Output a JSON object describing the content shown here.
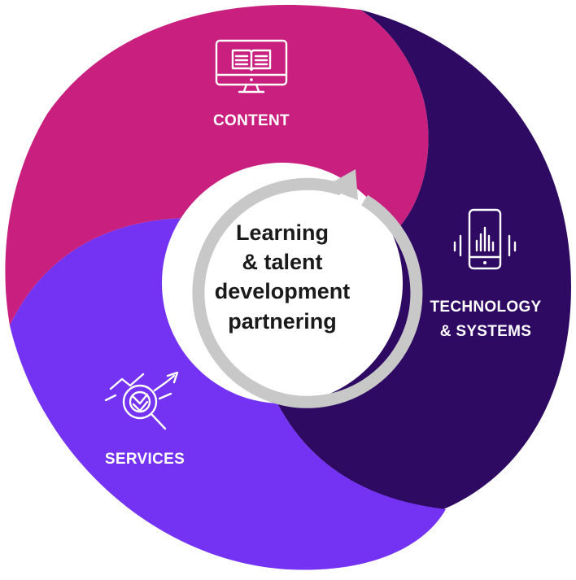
{
  "diagram": {
    "center": {
      "lines": [
        "Learning",
        "& talent",
        "development",
        "partnering"
      ]
    },
    "segments": {
      "content": {
        "label": "CONTENT",
        "icon": "monitor-book-icon",
        "color": "#c91f7e"
      },
      "technology": {
        "label_lines": [
          "TECHNOLOGY",
          "& SYSTEMS"
        ],
        "icon": "smartphone-signal-icon",
        "color": "#2e0a63"
      },
      "services": {
        "label": "SERVICES",
        "icon": "growth-target-icon",
        "color": "#7433f2"
      }
    },
    "ring_color": "#c8c8c8"
  }
}
